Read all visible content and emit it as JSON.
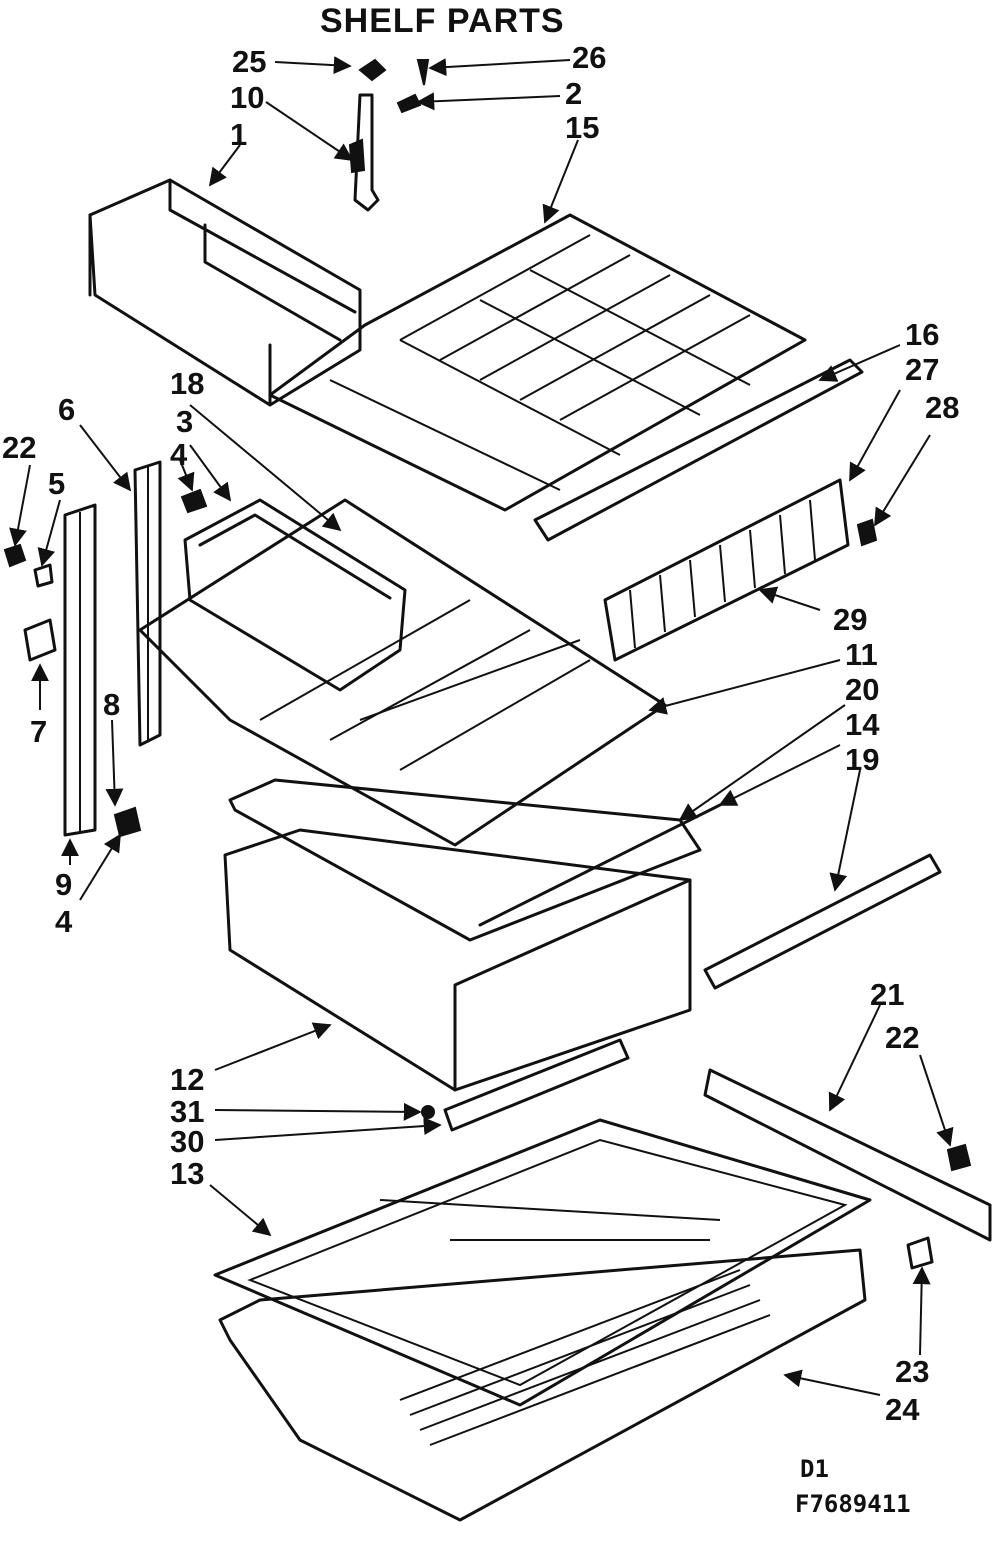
{
  "title": "SHELF PARTS",
  "footer": {
    "line1": "D1",
    "line2": "F7689411"
  },
  "callouts": [
    "25",
    "26",
    "10",
    "2",
    "15",
    "1",
    "16",
    "27",
    "28",
    "18",
    "3",
    "6",
    "4",
    "22",
    "5",
    "7",
    "8",
    "9",
    "4",
    "29",
    "11",
    "20",
    "14",
    "19",
    "12",
    "31",
    "30",
    "13",
    "21",
    "22",
    "23",
    "24"
  ]
}
